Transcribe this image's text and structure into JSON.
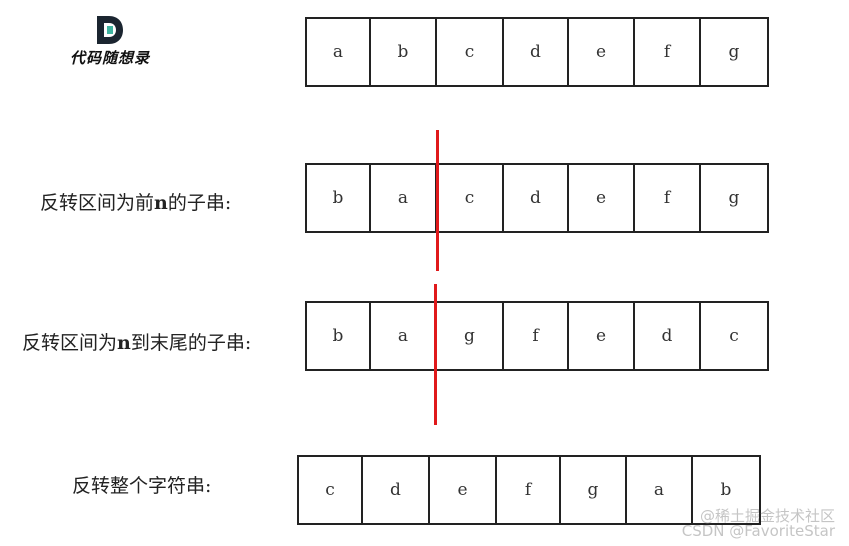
{
  "logo": {
    "mark": "D",
    "text": "代码随想录"
  },
  "rows": [
    {
      "id": "original",
      "label_before": "",
      "label_bold": "",
      "label_after": "",
      "cells": [
        "a",
        "b",
        "c",
        "d",
        "e",
        "f",
        "g"
      ]
    },
    {
      "id": "reverse-first-n",
      "label_before": "反转区间为前",
      "label_bold": "n",
      "label_after": "的子串:",
      "cells": [
        "b",
        "a",
        "c",
        "d",
        "e",
        "f",
        "g"
      ]
    },
    {
      "id": "reverse-n-to-end",
      "label_before": "反转区间为",
      "label_bold": "n",
      "label_after": "到末尾的子串:",
      "cells": [
        "b",
        "a",
        "g",
        "f",
        "e",
        "d",
        "c"
      ]
    },
    {
      "id": "reverse-whole",
      "label_before": "反转整个字符串:",
      "label_bold": "",
      "label_after": "",
      "cells": [
        "c",
        "d",
        "e",
        "f",
        "g",
        "a",
        "b"
      ]
    }
  ],
  "colors": {
    "divider": "#e0191b",
    "border": "#222222"
  },
  "watermark": {
    "line1": "@稀土掘金技术社区",
    "line2": "CSDN @FavoriteStar"
  }
}
